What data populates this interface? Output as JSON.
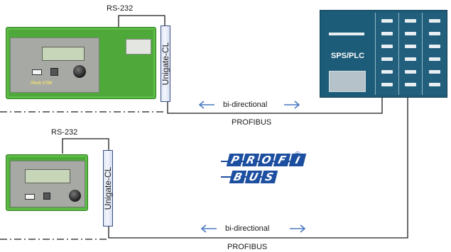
{
  "upper": {
    "serial_label": "RS-232",
    "gateway_label": "Unigate-CL",
    "direction_label": "bi-directional",
    "bus_label": "PROFIBUS",
    "device_logo_text": "iTech 1700"
  },
  "lower": {
    "serial_label": "RS-232",
    "gateway_label": "Unigate-CL",
    "direction_label": "bi-directional",
    "bus_label": "PROFIBUS"
  },
  "plc": {
    "label": "SPS/PLC"
  },
  "profibus_logo": {
    "top_letters": [
      "P",
      "R",
      "O",
      "F",
      "I"
    ],
    "bottom_letters": [
      "B",
      "U",
      "S"
    ],
    "registered": "®"
  },
  "colors": {
    "device_green": "#4ea93a",
    "plc_blue": "#1d5c78",
    "arrow_blue": "#4a78c0",
    "logo_blue": "#1d4fa0",
    "wire": "#1a1a1a"
  }
}
